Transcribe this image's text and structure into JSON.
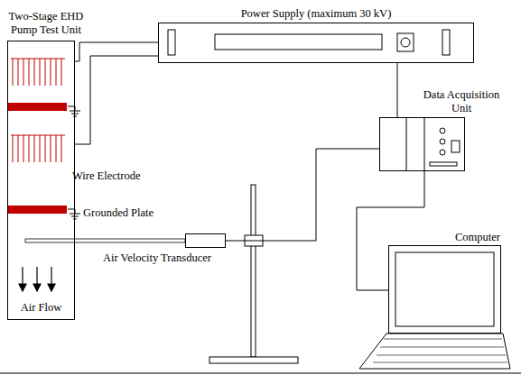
{
  "diagram": {
    "nodes": [
      {
        "text": [
          "Two-Stage EHD Pump Test Unit",
          "Air Flow"
        ]
      },
      {
        "text": [
          "Power Supply (maximum 30 kV)"
        ]
      },
      {
        "text": [
          "Data Acquisition Unit"
        ]
      },
      {
        "text": [
          "Air Velocity Transducer"
        ]
      },
      {
        "text": [
          "Computer"
        ]
      }
    ],
    "edges": [
      {
        "from": 1,
        "to": 0,
        "arrow": "none"
      },
      {
        "from": 1,
        "to": 0,
        "arrow": "none"
      },
      {
        "from": 1,
        "to": 2,
        "arrow": "none"
      },
      {
        "from": 3,
        "to": 2,
        "arrow": "none"
      },
      {
        "from": 2,
        "to": 4,
        "arrow": "none"
      }
    ],
    "labels": [
      "Wire Electrode",
      "Grounded Plate"
    ]
  }
}
